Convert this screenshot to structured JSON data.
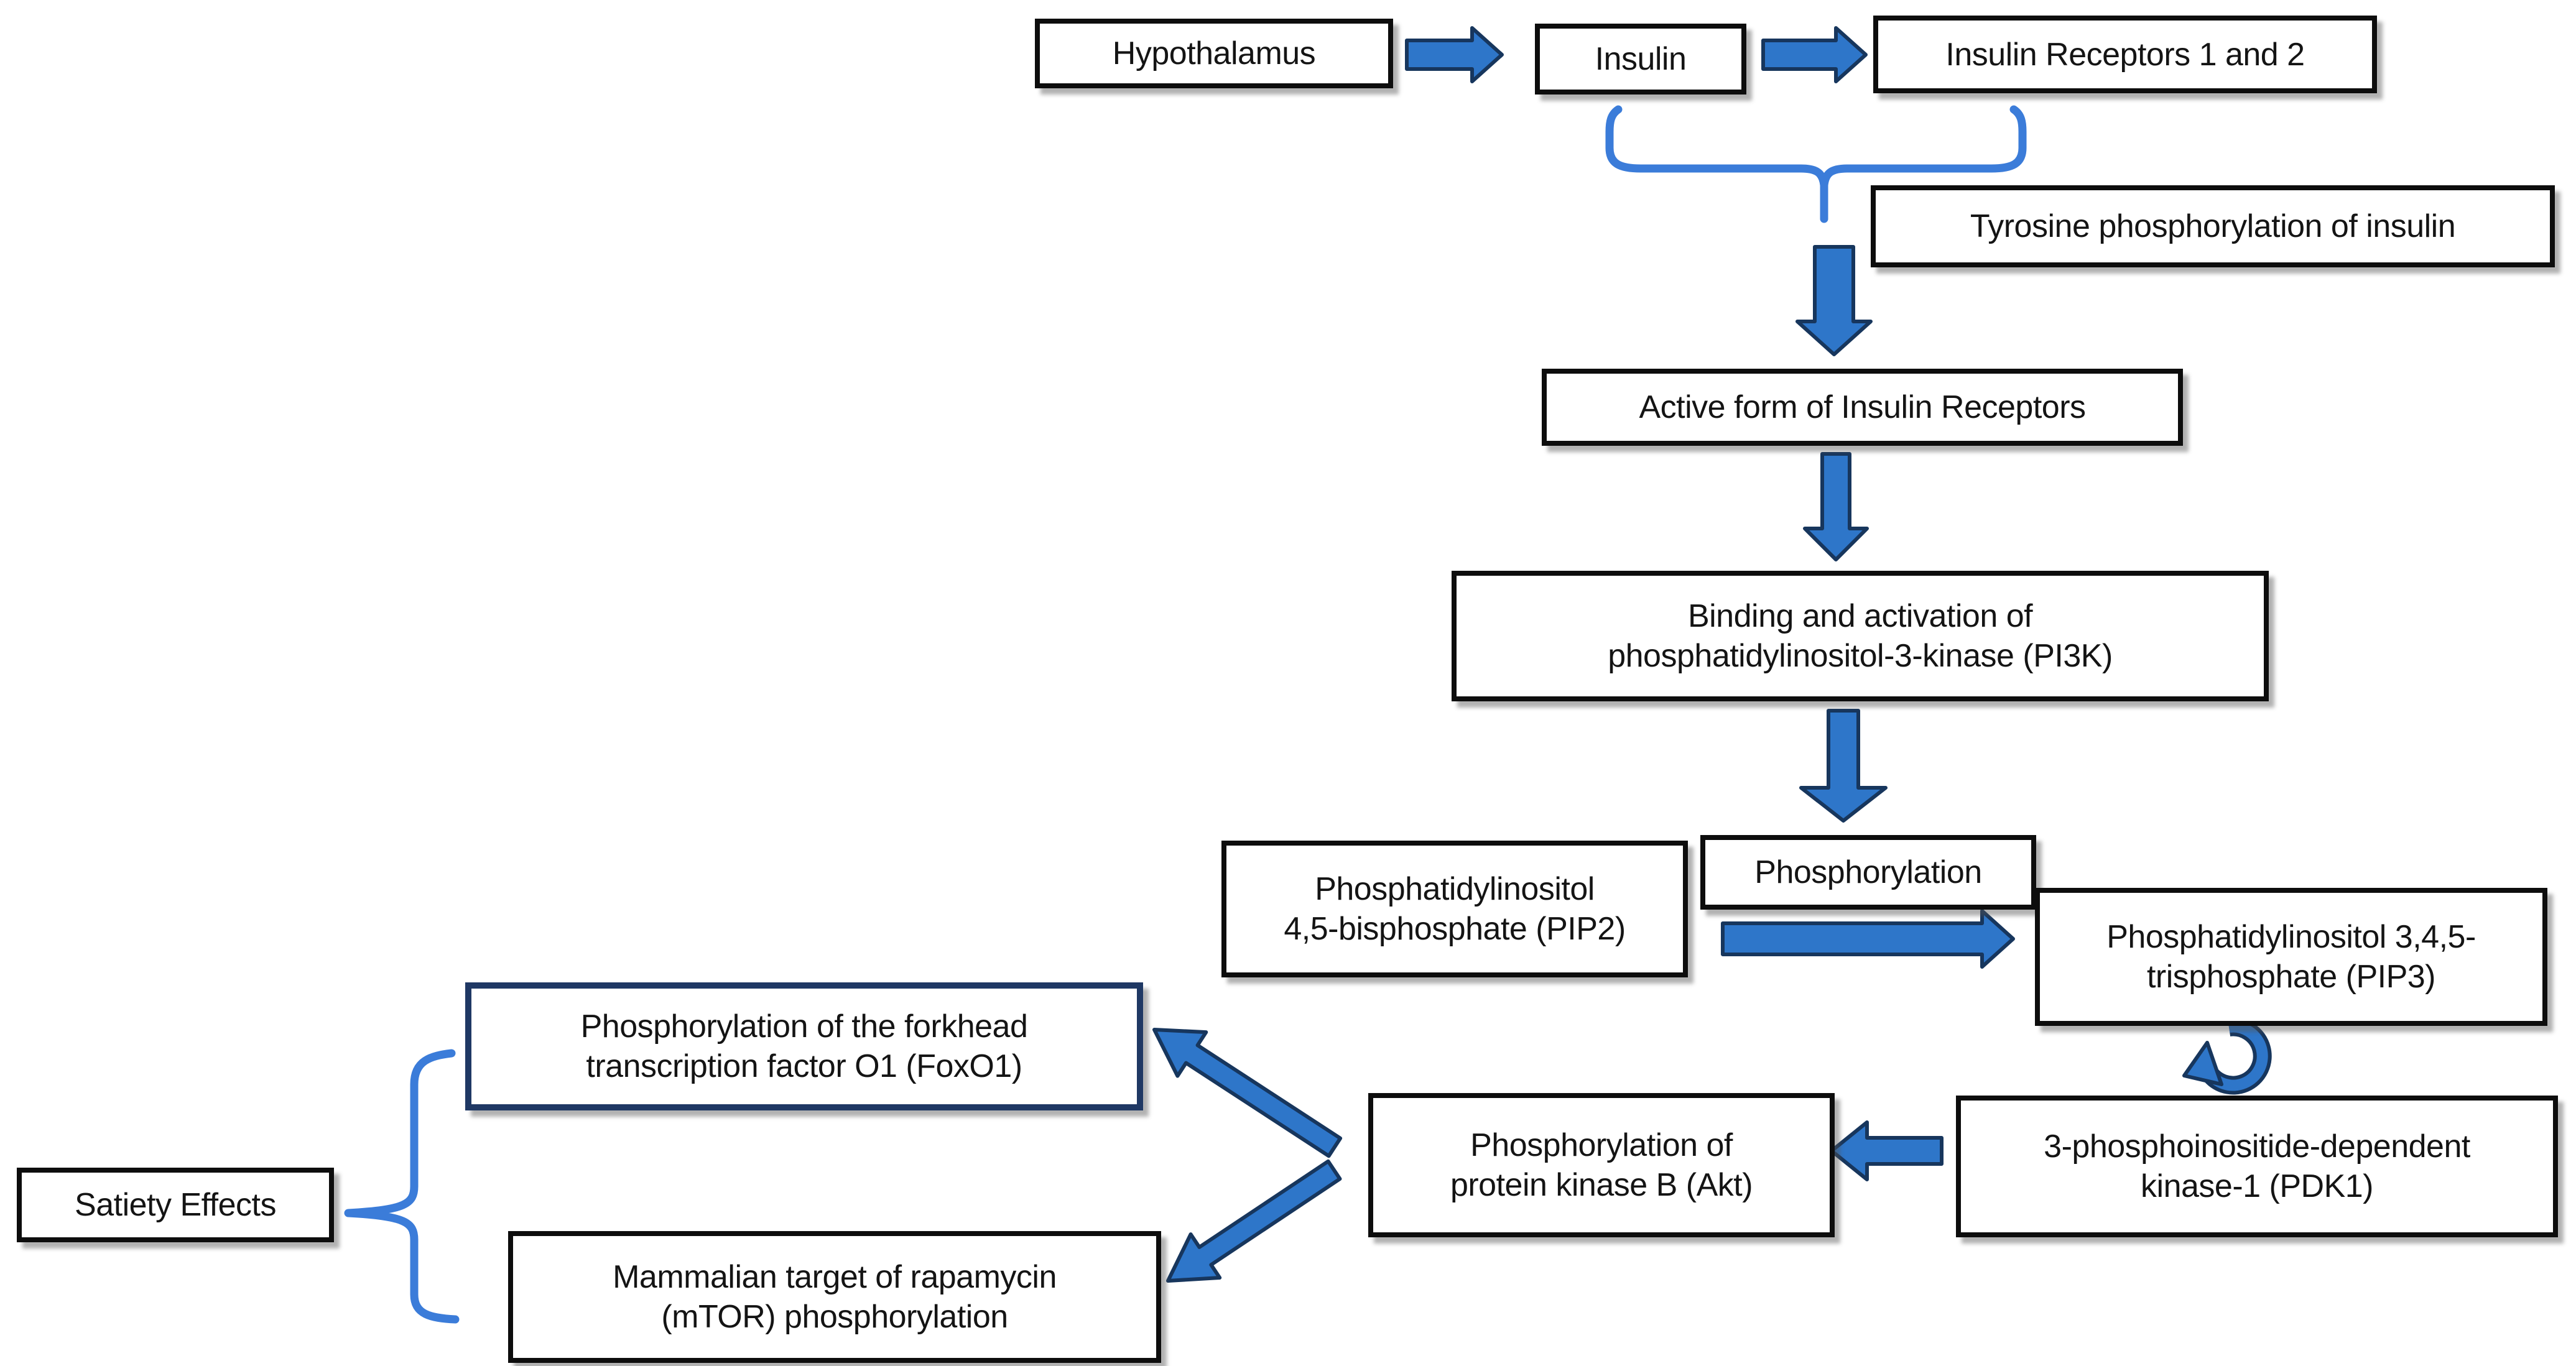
{
  "diagram": {
    "title_semantic": "Insulin signaling pathway in the hypothalamus leading to satiety effects",
    "background_color": "#ffffff",
    "colors": {
      "box_border": "#0d0d0d",
      "foxo1_box_border": "#1f3864",
      "arrow_fill": "#2e76c9",
      "arrow_outline": "#17365d",
      "brace_blue": "#3b7cd9",
      "text": "#141414"
    },
    "nodes": {
      "hypothalamus": {
        "lines": [
          "Hypothalamus"
        ]
      },
      "insulin": {
        "lines": [
          "Insulin"
        ]
      },
      "receptors": {
        "lines": [
          "Insulin Receptors 1 and 2"
        ]
      },
      "tyrosine": {
        "lines": [
          "Tyrosine phosphorylation of insulin"
        ]
      },
      "active_receptors": {
        "lines": [
          "Active form of Insulin Receptors"
        ]
      },
      "pi3k": {
        "lines": [
          "Binding and activation of",
          "phosphatidylinositol-3-kinase (PI3K)"
        ]
      },
      "pip2": {
        "lines": [
          "Phosphatidylinositol",
          "4,5-bisphosphate (PIP2)"
        ]
      },
      "phosphorylation": {
        "lines": [
          "Phosphorylation"
        ]
      },
      "pip3": {
        "lines": [
          "Phosphatidylinositol 3,4,5-",
          "trisphosphate (PIP3)"
        ]
      },
      "pdk1": {
        "lines": [
          "3-phosphoinositide-dependent",
          "kinase-1 (PDK1)"
        ]
      },
      "akt": {
        "lines": [
          "Phosphorylation of",
          "protein kinase B (Akt)"
        ]
      },
      "foxo1": {
        "lines": [
          "Phosphorylation of the forkhead",
          "transcription factor O1 (FoxO1)"
        ]
      },
      "mtor": {
        "lines": [
          "Mammalian target of rapamycin",
          "(mTOR) phosphorylation"
        ]
      },
      "satiety": {
        "lines": [
          "Satiety Effects"
        ]
      }
    },
    "edges": [
      {
        "from": "hypothalamus",
        "to": "insulin",
        "type": "block-arrow-right"
      },
      {
        "from": "insulin",
        "to": "receptors",
        "type": "block-arrow-right"
      },
      {
        "from": "insulin+receptors",
        "to": "active_receptors",
        "type": "brace-then-down-arrow",
        "label_node": "tyrosine"
      },
      {
        "from": "active_receptors",
        "to": "pi3k",
        "type": "block-arrow-down"
      },
      {
        "from": "pi3k",
        "to": "phosphorylation",
        "type": "block-arrow-down"
      },
      {
        "from": "pip2",
        "to": "pip3",
        "type": "block-arrow-right",
        "label_node": "phosphorylation"
      },
      {
        "from": "pip3",
        "to": "pdk1",
        "type": "curved-arrow"
      },
      {
        "from": "pdk1",
        "to": "akt",
        "type": "block-arrow-left"
      },
      {
        "from": "akt",
        "to": "foxo1",
        "type": "block-arrow-diagonal-up-left"
      },
      {
        "from": "akt",
        "to": "mtor",
        "type": "block-arrow-diagonal-down-left"
      },
      {
        "from": "foxo1+mtor",
        "to": "satiety",
        "type": "brace-left"
      }
    ]
  }
}
